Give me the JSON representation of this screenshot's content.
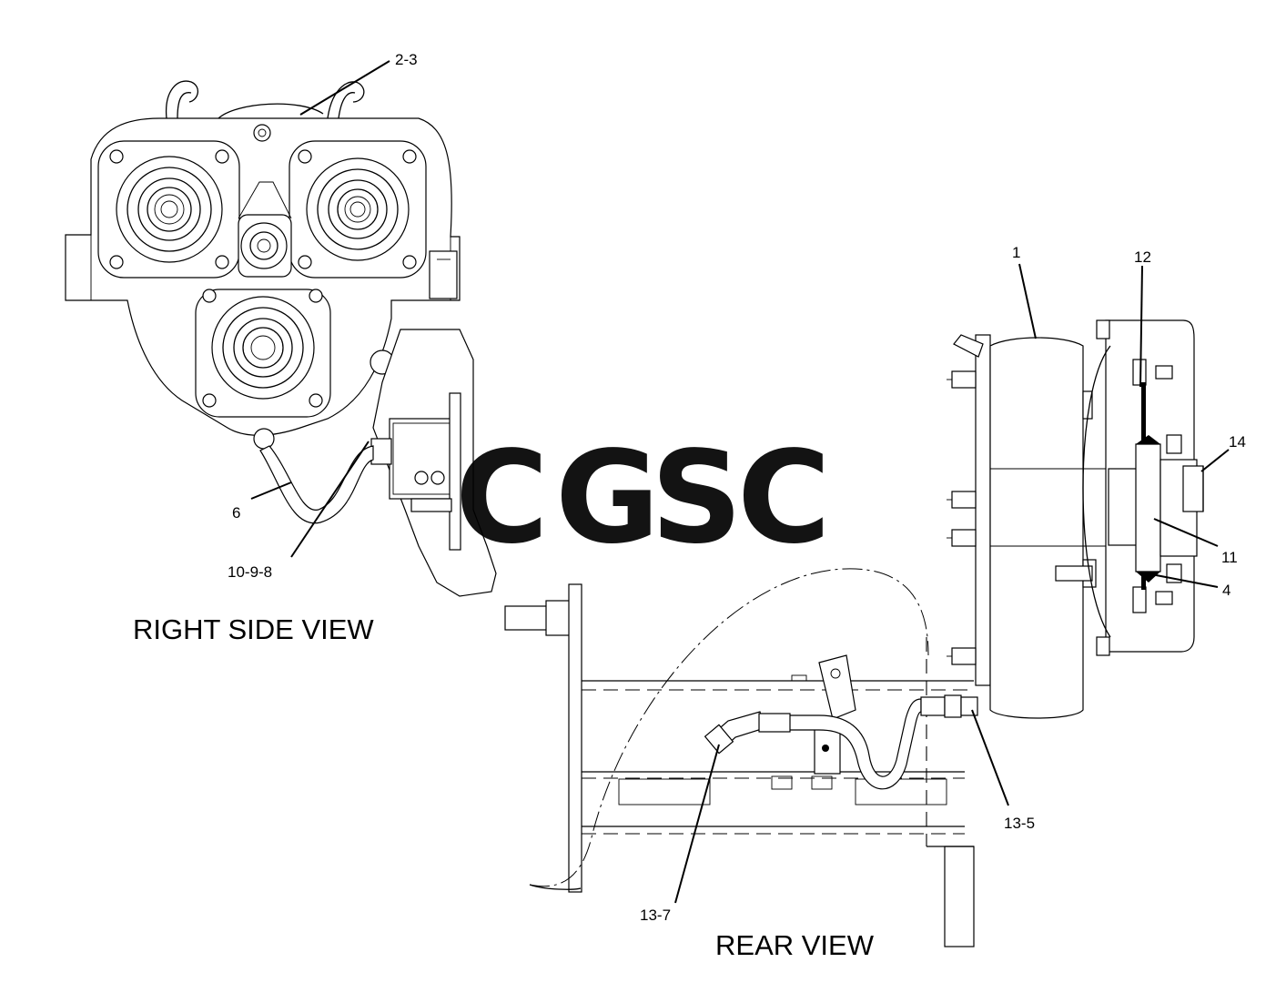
{
  "callouts": {
    "c_2_3": "2-3",
    "c_6": "6",
    "c_10_9_8": "10-9-8",
    "c_1": "1",
    "c_12": "12",
    "c_14": "14",
    "c_11": "11",
    "c_4": "4",
    "c_13_5": "13-5",
    "c_13_7": "13-7"
  },
  "titles": {
    "right_side_view": "RIGHT SIDE VIEW",
    "rear_view": "REAR VIEW"
  },
  "watermark": {
    "letters": [
      "C",
      "G",
      "S",
      "C"
    ],
    "colors": [
      "#5b9bf0",
      "#f28b82",
      "#f7d46a",
      "#6dbb8c"
    ]
  }
}
